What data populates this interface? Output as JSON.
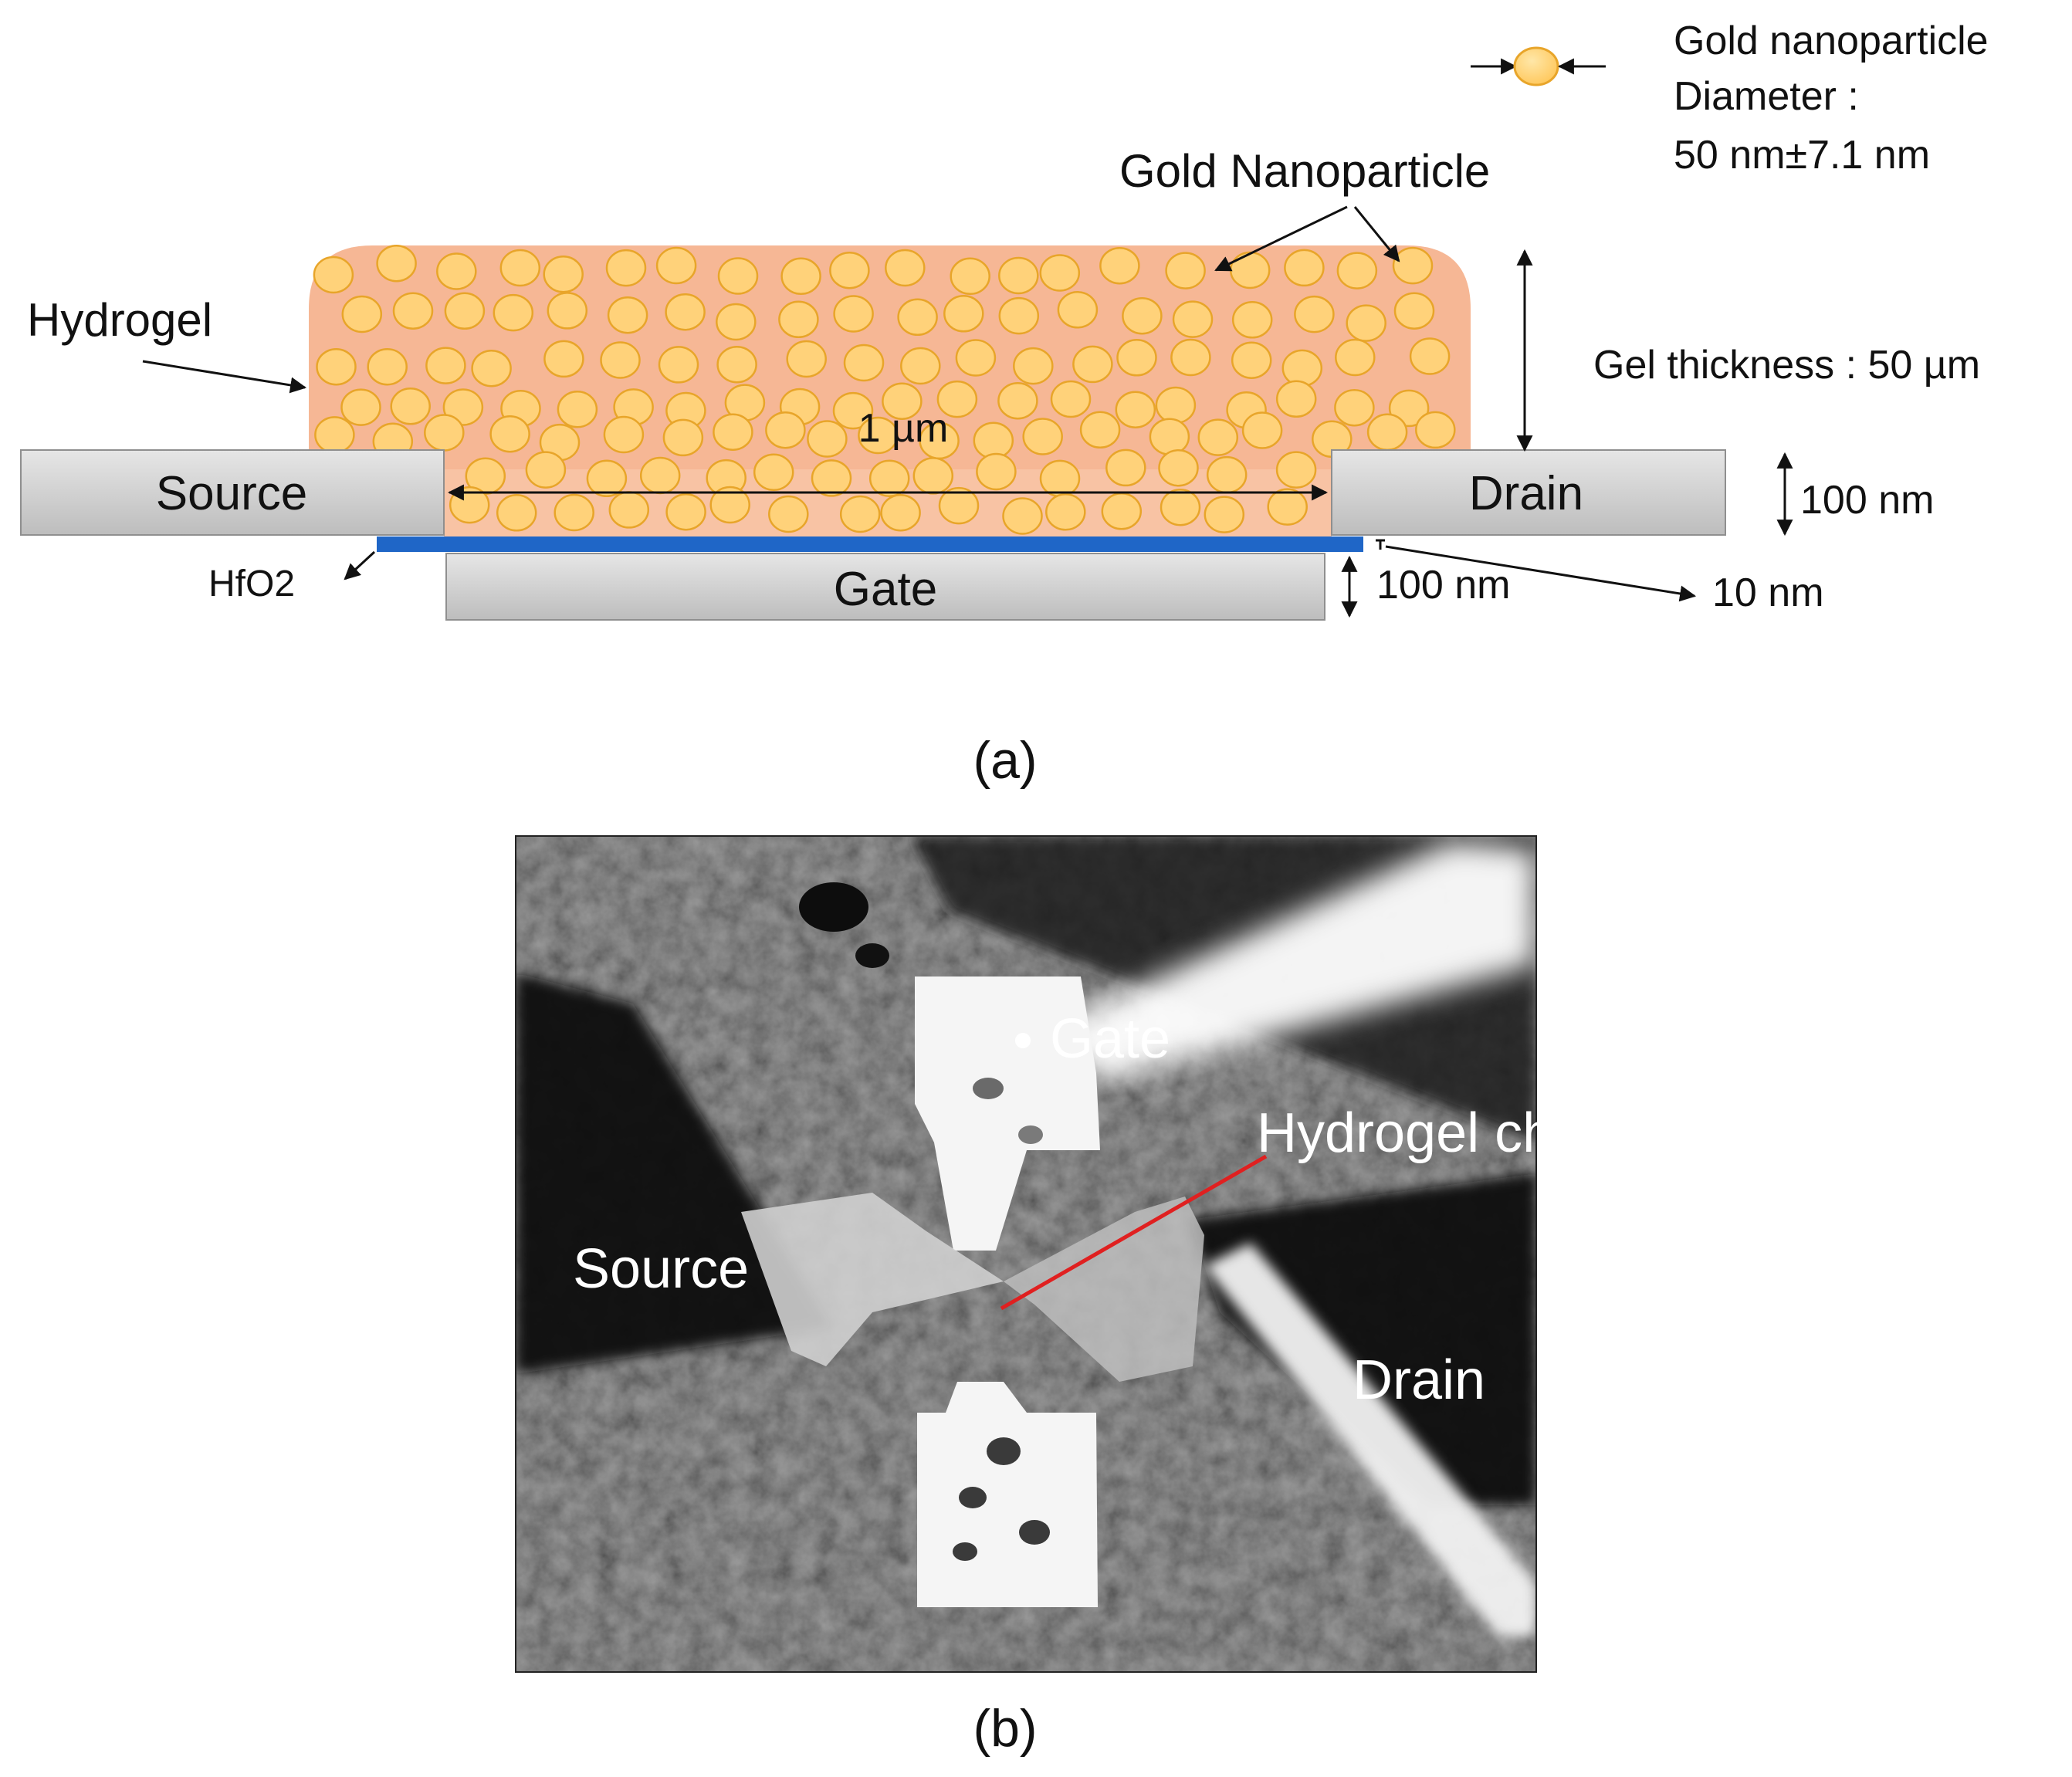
{
  "panel_a": {
    "legend": {
      "line1": "Gold nanoparticle",
      "line2": "Diameter :",
      "line3": "50 nm±7.1 nm"
    },
    "labels": {
      "gold_nanoparticle": "Gold Nanoparticle",
      "hydrogel": "Hydrogel",
      "gel_thickness": "Gel thickness : 50 µm",
      "channel_length": "1 µm",
      "source": "Source",
      "drain": "Drain",
      "gate": "Gate",
      "hfo2": "HfO2",
      "electrode_thickness": "100 nm",
      "gate_thickness": "100 nm",
      "oxide_thickness": "10 nm"
    },
    "caption": "(a)",
    "colors": {
      "hydrogel": "#f6b795",
      "particle_fill": "#ffd27a",
      "particle_stroke": "#e8a52a",
      "electrode": "#cfcfcf",
      "oxide": "#1f66c7"
    }
  },
  "panel_b": {
    "labels": {
      "gate": "Gate",
      "hydrogel_channel": "Hydrogel channel",
      "source": "Source",
      "drain": "Drain"
    },
    "caption": "(b)",
    "colors": {
      "pointer_line": "#e02020"
    }
  }
}
